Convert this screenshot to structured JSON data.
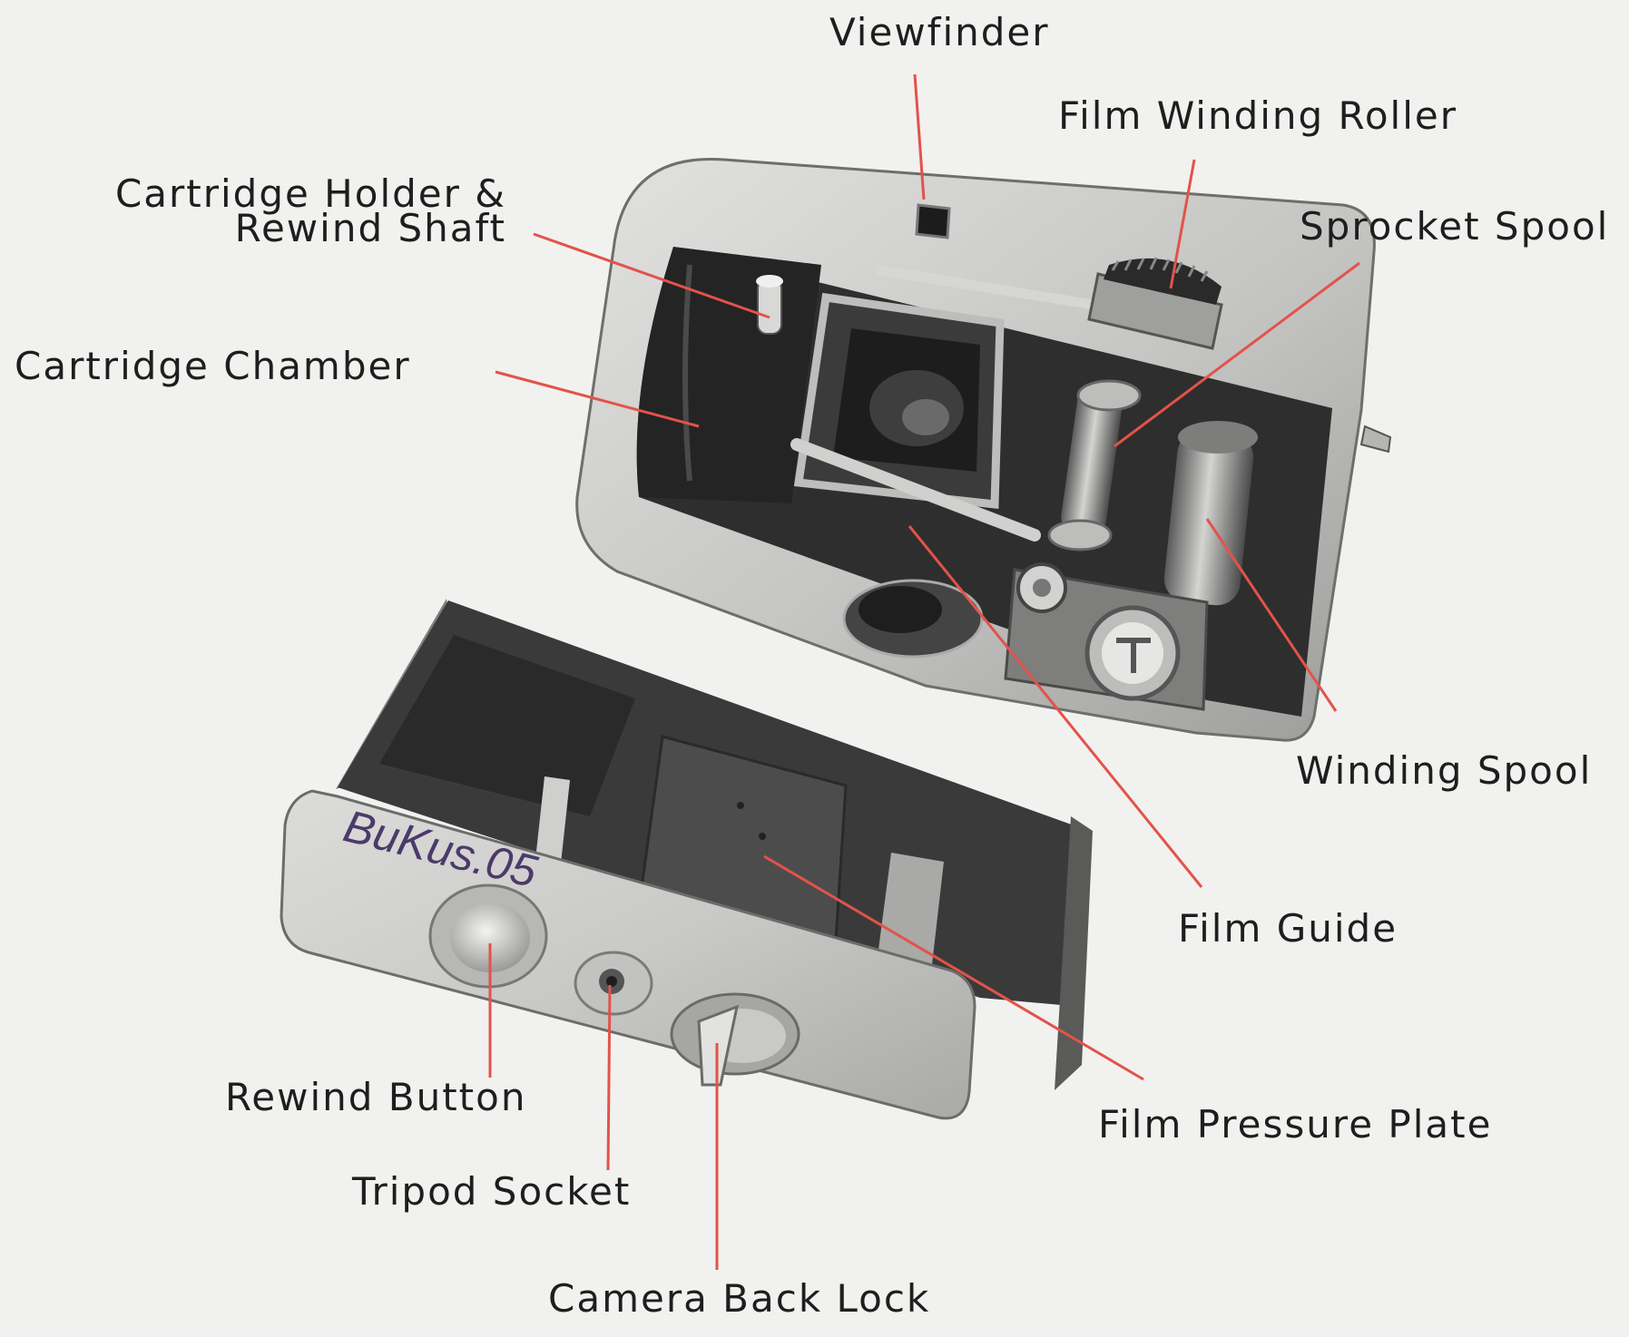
{
  "labels": {
    "viewfinder": "Viewfinder",
    "film_winding_roller": "Film Winding Roller",
    "cartridge_holder_line1": "Cartridge Holder &",
    "cartridge_holder_line2": "Rewind Shaft",
    "sprocket_spool": "Sprocket Spool",
    "cartridge_chamber": "Cartridge Chamber",
    "winding_spool": "Winding Spool",
    "film_guide": "Film Guide",
    "rewind_button": "Rewind Button",
    "film_pressure_plate": "Film Pressure Plate",
    "tripod_socket": "Tripod Socket",
    "camera_back_lock": "Camera Back Lock"
  },
  "handwriting": "BuKus.05",
  "colors": {
    "background": "#f1f1ef",
    "leader_line": "#e2534a",
    "text": "#1e1e1e",
    "camera_body": "#c9c9c7",
    "camera_interior": "#2e2e2e",
    "handwriting": "#4b3a6a"
  }
}
